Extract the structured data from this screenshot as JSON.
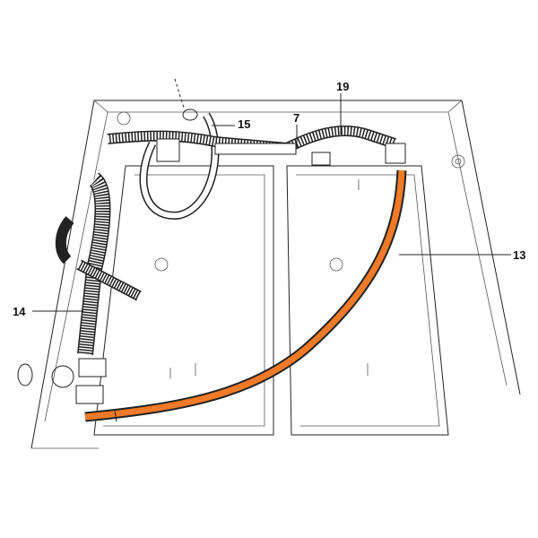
{
  "diagram": {
    "callouts": [
      {
        "id": "19",
        "label": "19"
      },
      {
        "id": "15",
        "label": "15"
      },
      {
        "id": "7",
        "label": "7"
      },
      {
        "id": "13",
        "label": "13"
      },
      {
        "id": "14",
        "label": "14"
      }
    ],
    "colors": {
      "highlight_cable": "#f07a28",
      "outline": "#222222"
    }
  }
}
